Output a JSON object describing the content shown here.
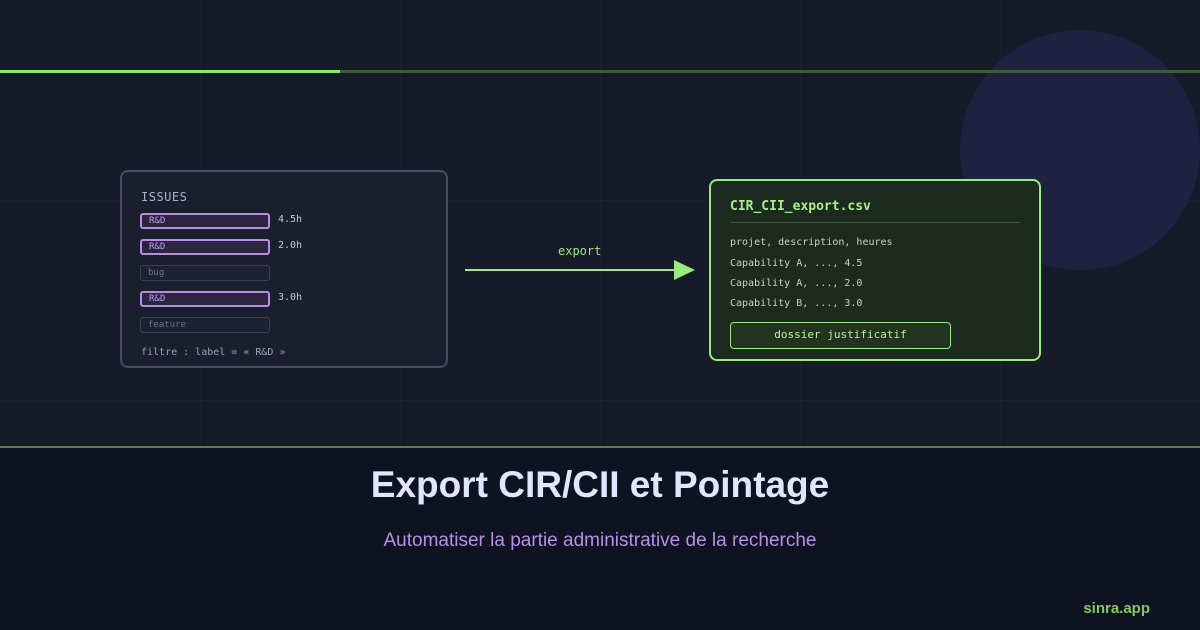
{
  "issues_panel": {
    "title": "ISSUES",
    "items": [
      {
        "label": "R&D",
        "hours": "4.5h",
        "highlighted": true
      },
      {
        "label": "R&D",
        "hours": "2.0h",
        "highlighted": true
      },
      {
        "label": "bug",
        "hours": "",
        "highlighted": false
      },
      {
        "label": "R&D",
        "hours": "3.0h",
        "highlighted": true
      },
      {
        "label": "feature",
        "hours": "",
        "highlighted": false
      }
    ],
    "filter": "filtre : label = « R&D »"
  },
  "arrow": {
    "label": "export"
  },
  "csv_panel": {
    "filename": "CIR_CII_export.csv",
    "lines": [
      "projet, description, heures",
      "Capability A, ..., 4.5",
      "Capability A, ..., 2.0",
      "Capability B, ..., 3.0"
    ],
    "button_label": "dossier justificatif"
  },
  "title": "Export CIR/CII et Pointage",
  "subtitle": "Automatiser la partie administrative de la recherche",
  "brand": "sinra.app",
  "colors": {
    "background": "#161a29",
    "accent_green": "#9bea7d",
    "accent_purple": "#b78ee0",
    "title_text": "#e2e5fb"
  }
}
